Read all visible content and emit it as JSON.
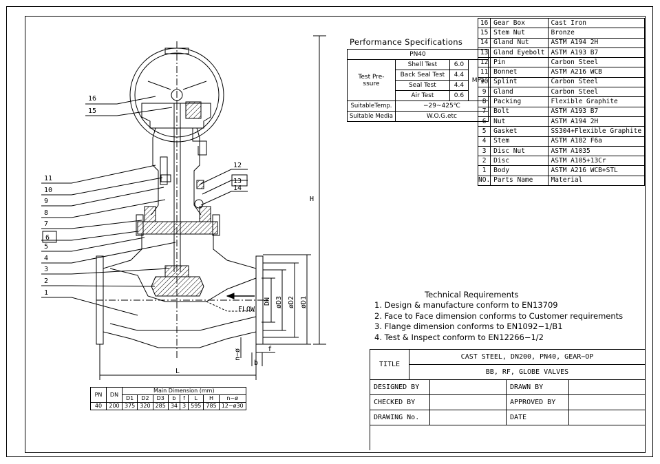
{
  "parts": [
    {
      "no": "16",
      "name": "Gear Box",
      "material": "Cast Iron"
    },
    {
      "no": "15",
      "name": "Stem Nut",
      "material": "Bronze"
    },
    {
      "no": "14",
      "name": "Gland Nut",
      "material": "ASTM A194 2H"
    },
    {
      "no": "13",
      "name": "Gland Eyebolt",
      "material": "ASTM A193 B7"
    },
    {
      "no": "12",
      "name": "Pin",
      "material": "Carbon Steel"
    },
    {
      "no": "11",
      "name": "Bonnet",
      "material": "ASTM A216 WCB"
    },
    {
      "no": "10",
      "name": "Splint",
      "material": "Carbon Steel"
    },
    {
      "no": "9",
      "name": "Gland",
      "material": "Carbon Steel"
    },
    {
      "no": "8",
      "name": "Packing",
      "material": "Flexible Graphite"
    },
    {
      "no": "7",
      "name": "Bolt",
      "material": "ASTM A193 B7"
    },
    {
      "no": "6",
      "name": "Nut",
      "material": "ASTM A194 2H"
    },
    {
      "no": "5",
      "name": "Gasket",
      "material": "SS304+Flexible Graphite"
    },
    {
      "no": "4",
      "name": "Stem",
      "material": "ASTM A182 F6a"
    },
    {
      "no": "3",
      "name": "Disc Nut",
      "material": "ASTM A1035"
    },
    {
      "no": "2",
      "name": "Disc",
      "material": "ASTM A105+13Cr"
    },
    {
      "no": "1",
      "name": "Body",
      "material": "ASTM A216 WCB+STL"
    }
  ],
  "parts_header": {
    "no": "NO.",
    "name": "Parts Name",
    "material": "Material"
  },
  "performance": {
    "title": "Performance Specifications",
    "class": "PN40",
    "group_label": "Test Pre- ssure",
    "unit": "MPa",
    "tests": [
      {
        "name": "Shell Test",
        "value": "6.0"
      },
      {
        "name": "Back Seal Test",
        "value": "4.4"
      },
      {
        "name": "Seal Test",
        "value": "4.4"
      },
      {
        "name": "Air Test",
        "value": "0.6"
      }
    ],
    "temp_label": "SuitableTemp.",
    "temp_value": "−29~425℃",
    "media_label": "Suitable Media",
    "media_value": "W.O.G.etc"
  },
  "technical": {
    "title": "Technical Requirements",
    "items": [
      "1. Design & manufacture conform to EN13709",
      "2. Face to Face dimension conforms to Customer requirements",
      "3. Flange dimension conforms to EN1092−1/B1",
      "4. Test & Inspect conform to EN12266−1/2"
    ]
  },
  "title_block": {
    "title_label": "TITLE",
    "title_line1": "CAST STEEL, DN200, PN40, GEAR−OP",
    "title_line2": "BB, RF, GLOBE VALVES",
    "designed_by": "DESIGNED BY",
    "drawn_by": "DRAWN BY",
    "checked_by": "CHECKED  BY",
    "approved_by": "APPROVED BY",
    "drawing_no": "DRAWING No.",
    "date": "DATE"
  },
  "dimensions": {
    "header_main": "Main Dimension (mm)",
    "pn_label": "PN",
    "dn_label": "DN",
    "cols": [
      "D1",
      "D2",
      "D3",
      "b",
      "f",
      "L",
      "H",
      "n−ø"
    ],
    "row": {
      "pn": "40",
      "dn": "200",
      "values": [
        "375",
        "320",
        "285",
        "34",
        "3",
        "595",
        "785",
        "12−ø30"
      ]
    }
  },
  "drawing": {
    "balloons_left": [
      "16",
      "15",
      "11",
      "10",
      "9",
      "8",
      "7",
      "6",
      "5",
      "4",
      "3",
      "2",
      "1"
    ],
    "balloons_right": [
      "12",
      "13",
      "14"
    ],
    "flow_label": "FLOW",
    "dim_labels": {
      "H": "H",
      "L": "L",
      "DN": "DN",
      "D3": "øD3",
      "D2": "øD2",
      "D1": "øD1",
      "n": "n−ø",
      "b": "b",
      "f": "f"
    }
  }
}
